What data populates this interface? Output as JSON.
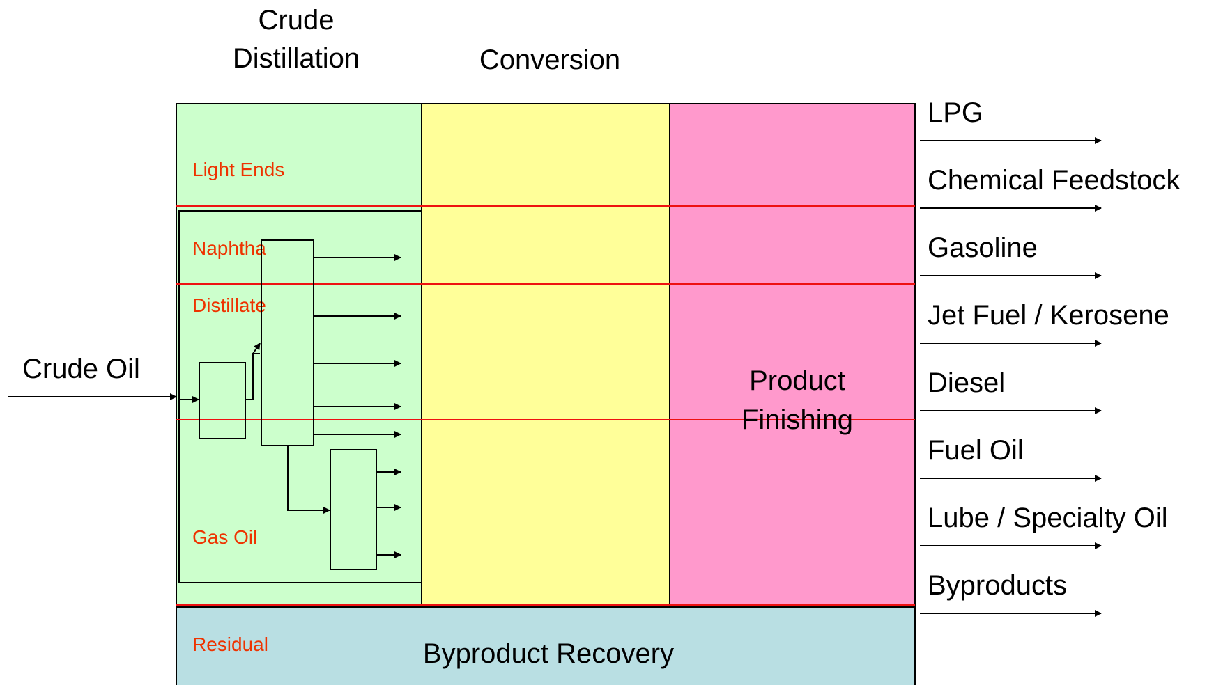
{
  "headers": {
    "crude_line1": "Crude",
    "crude_line2": "Distillation",
    "conversion": "Conversion"
  },
  "input": {
    "label": "Crude Oil"
  },
  "fractions": {
    "light_ends": "Light Ends",
    "naphtha": "Naphtha",
    "distillate": "Distillate",
    "gas_oil": "Gas Oil",
    "residual": "Residual"
  },
  "blocks": {
    "product_finishing_line1": "Product",
    "product_finishing_line2": "Finishing",
    "byproduct_recovery": "Byproduct Recovery"
  },
  "products": [
    "LPG",
    "Chemical Feedstock",
    "Gasoline",
    "Jet Fuel / Kerosene",
    "Diesel",
    "Fuel Oil",
    "Lube / Specialty Oil",
    "Byproducts"
  ],
  "colors": {
    "crude_distillation": "#ccffcc",
    "conversion": "#ffff99",
    "product_finishing": "#ff99cc",
    "byproduct_recovery": "#b9dfe3",
    "fraction_text": "#ee3300",
    "cut_line": "#ee1111"
  }
}
